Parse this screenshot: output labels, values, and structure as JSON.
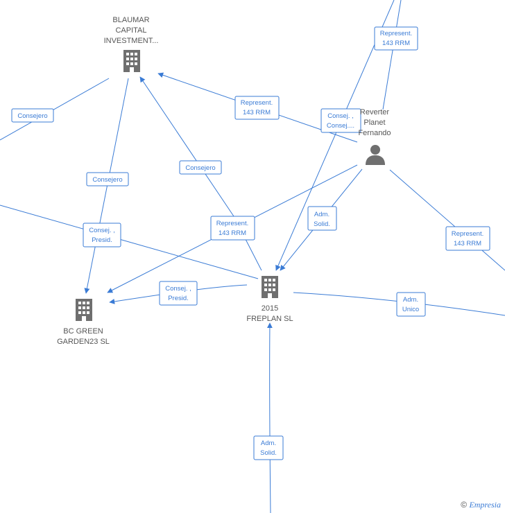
{
  "nodes": {
    "blaumar": {
      "type": "company",
      "lines": [
        "BLAUMAR",
        "CAPITAL",
        "INVESTMENT..."
      ]
    },
    "bcgreen": {
      "type": "company",
      "lines": [
        "BC GREEN",
        "GARDEN23  SL"
      ]
    },
    "freplan": {
      "type": "company",
      "lines": [
        "2015",
        "FREPLAN  SL"
      ]
    },
    "reverter": {
      "type": "person",
      "lines": [
        "Reverter",
        "Planet",
        "Fernando"
      ]
    }
  },
  "edge_labels": {
    "e1": [
      "Represent.",
      "143 RRM"
    ],
    "e2": [
      "Represent.",
      "143 RRM"
    ],
    "e3": [
      "Consej. ,",
      "Consej...."
    ],
    "e4": [
      "Consejero"
    ],
    "e5": [
      "Consejero"
    ],
    "e6": [
      "Consejero"
    ],
    "e7": [
      "Represent.",
      "143 RRM"
    ],
    "e8": [
      "Adm.",
      "Solid."
    ],
    "e9": [
      "Consej. ,",
      "Presid."
    ],
    "e10": [
      "Consej. ,",
      "Presid."
    ],
    "e11": [
      "Represent.",
      "143 RRM"
    ],
    "e12": [
      "Adm.",
      "Unico"
    ],
    "e13": [
      "Adm.",
      "Solid."
    ]
  },
  "footer": {
    "copyright": "©",
    "brand": "Empresia"
  },
  "colors": {
    "edge": "#3a7bd5",
    "node": "#6f6f6f",
    "label": "#555555"
  }
}
